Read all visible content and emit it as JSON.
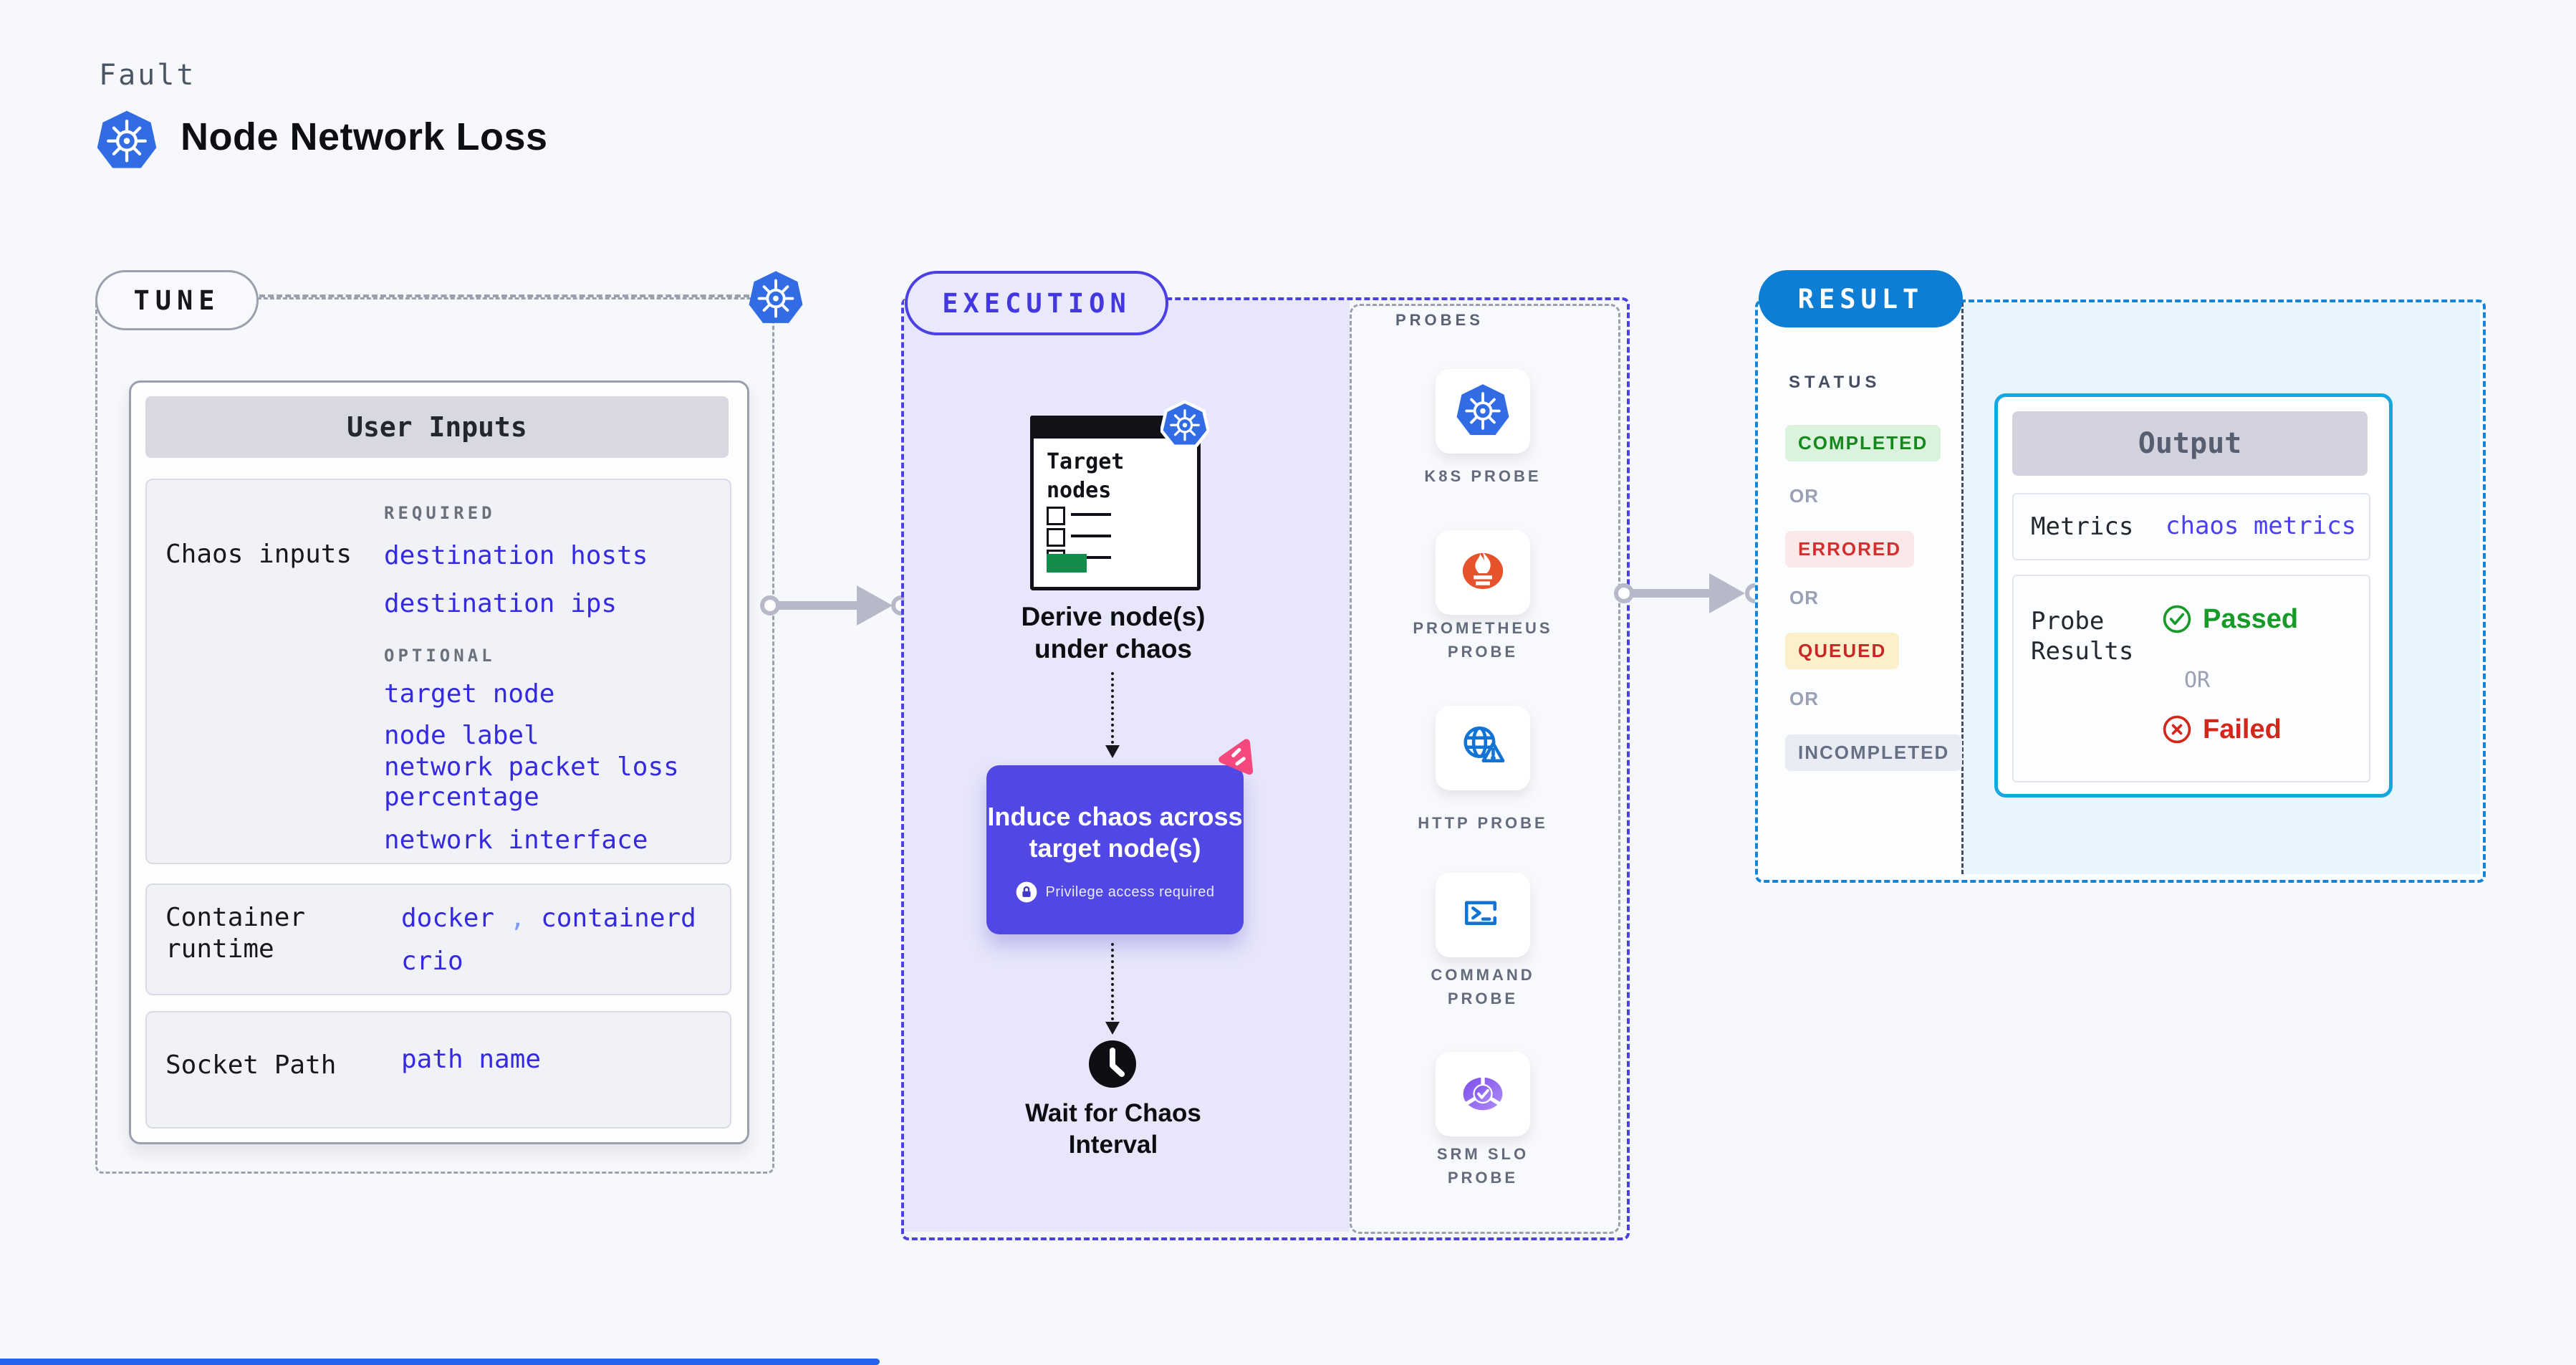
{
  "header": {
    "kicker": "Fault",
    "title": "Node Network Loss"
  },
  "colors": {
    "page_bg": "#f7f8fb",
    "k8s_blue": "#326ce5",
    "dashed_gray": "#9aa0ac",
    "accent_indigo": "#4a40e4",
    "induce_bg": "#5047e5",
    "lavender": "#e7e6fa",
    "link_indigo": "#352ae0",
    "result_blue": "#0e7ed5",
    "output_border": "#16a7e0",
    "cyan_bg": "#e8f5fc",
    "arrow_gray": "#b7b9c8",
    "green": "#15881f",
    "red": "#d32f2f",
    "passed_green": "#189a28",
    "failed_red": "#d3271a",
    "prometheus_orange": "#e6522c",
    "probe_icon_blue": "#1173d4",
    "srm_purple": "#8b5cf6",
    "pink": "#f5487f",
    "window_green": "#148c4c"
  },
  "tune": {
    "badge": "TUNE",
    "panel_title": "User Inputs",
    "chaos": {
      "label": "Chaos inputs",
      "required_heading": "REQUIRED",
      "required_links": [
        "destination hosts",
        "destination ips"
      ],
      "optional_heading": "OPTIONAL",
      "optional_links": [
        "target node",
        "node label",
        "network packet loss percentage",
        "network interface"
      ]
    },
    "runtime": {
      "label_line1": "Container",
      "label_line2": "runtime",
      "value1": "docker",
      "comma": ",",
      "value2": "containerd",
      "value3": "crio"
    },
    "socket": {
      "label": "Socket Path",
      "value": "path name"
    }
  },
  "execution": {
    "badge": "EXECUTION",
    "window_title_line1": "Target",
    "window_title_line2": "nodes",
    "step_derive_line1": "Derive node(s)",
    "step_derive_line2": "under chaos",
    "induce_line1": "Induce chaos across",
    "induce_line2": "target node(s)",
    "privilege_note": "Privilege access required",
    "wait_line1": "Wait for Chaos",
    "wait_line2": "Interval"
  },
  "probes": {
    "title": "PROBES",
    "items": [
      {
        "icon": "kubernetes-icon",
        "label_line1": "K8S PROBE",
        "label_line2": ""
      },
      {
        "icon": "prometheus-icon",
        "label_line1": "PROMETHEUS",
        "label_line2": "PROBE"
      },
      {
        "icon": "globe-warning-icon",
        "label_line1": "HTTP PROBE",
        "label_line2": ""
      },
      {
        "icon": "terminal-icon",
        "label_line1": "COMMAND",
        "label_line2": "PROBE"
      },
      {
        "icon": "slo-pie-icon",
        "label_line1": "SRM SLO",
        "label_line2": "PROBE"
      }
    ]
  },
  "result": {
    "badge": "RESULT",
    "status_title": "STATUS",
    "or_label": "OR",
    "statuses": [
      {
        "label": "COMPLETED",
        "fg": "#15881f",
        "bg": "#dbf2dc"
      },
      {
        "label": "ERRORED",
        "fg": "#d32f2f",
        "bg": "#fbe9e9"
      },
      {
        "label": "QUEUED",
        "fg": "#c62828",
        "bg": "#fcf0ca"
      },
      {
        "label": "INCOMPLETED",
        "fg": "#667085",
        "bg": "#eaecf4"
      }
    ],
    "output": {
      "title": "Output",
      "metrics_label": "Metrics",
      "metrics_value": "chaos metrics",
      "probe_label_line1": "Probe",
      "probe_label_line2": "Results",
      "passed_label": "Passed",
      "or_label": "OR",
      "failed_label": "Failed"
    }
  }
}
